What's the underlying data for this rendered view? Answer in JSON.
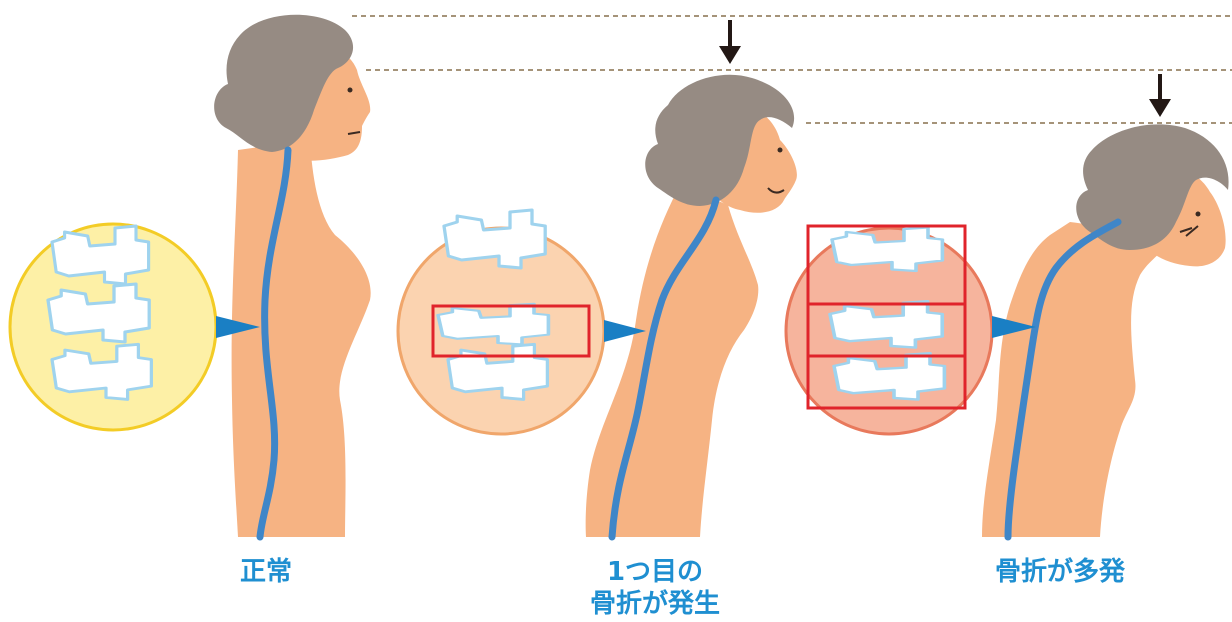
{
  "figure": {
    "stages": [
      {
        "id": "normal",
        "caption_lines": [
          "正常"
        ],
        "fractured_vertebrae_highlighted": 0
      },
      {
        "id": "first-fracture",
        "caption_lines": [
          "1つ目の",
          "骨折が発生"
        ],
        "fractured_vertebrae_highlighted": 1
      },
      {
        "id": "multiple-fractures",
        "caption_lines": [
          "骨折が多発"
        ],
        "fractured_vertebrae_highlighted": 3
      }
    ],
    "colors": {
      "skin": "#f6b383",
      "hair": "#968b83",
      "spine": "#3f86c8",
      "pointer": "#1a7fc4",
      "caption": "#1f8fd1",
      "highlight_box": "#e0242b",
      "height_guide": "#a59379",
      "arrow": "#231815",
      "circle_normal_fill": "#fdf0a6",
      "circle_normal_stroke": "#f3cc26",
      "circle_first_fill": "#fbd3b0",
      "circle_first_stroke": "#f0a66b",
      "circle_multi_fill": "#f6b49d",
      "circle_multi_stroke": "#e8795c",
      "bone_fill": "#ffffff",
      "bone_stroke": "#9fd3ee"
    }
  }
}
